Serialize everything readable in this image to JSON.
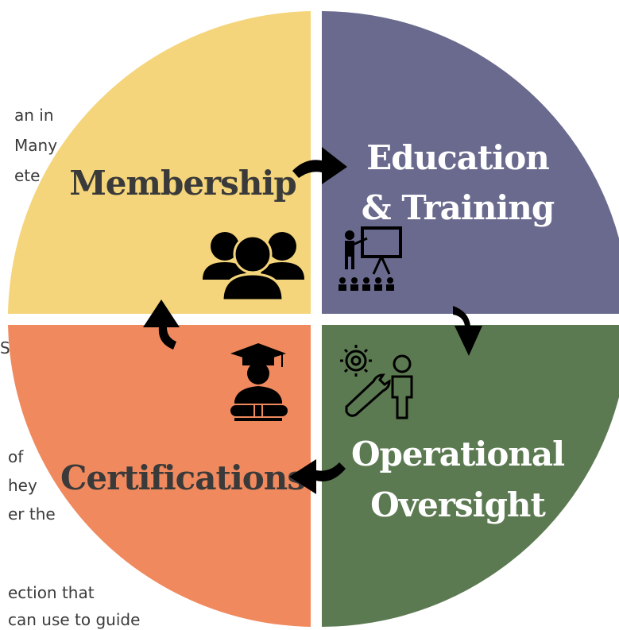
{
  "background_text": {
    "line1": "an in",
    "line2": "Many",
    "line3": "ete",
    "line4": "S",
    "line5": "of",
    "line6": "hey",
    "line7": "er the",
    "line8": "ection that",
    "line9": "can use to guide"
  },
  "quadrants": {
    "membership": {
      "title": "Membership",
      "color": "#F5D57B",
      "icon": "people-group-icon"
    },
    "education": {
      "title_line1": "Education",
      "title_line2": "& Training",
      "color": "#6A6A8E",
      "icon": "presentation-training-icon"
    },
    "oversight": {
      "title_line1": "Operational",
      "title_line2": "Oversight",
      "color": "#5C7A51",
      "icon": "gear-wrench-person-icon"
    },
    "certifications": {
      "title": "Certifications",
      "color": "#F08A5E",
      "icon": "graduate-diploma-icon"
    }
  }
}
